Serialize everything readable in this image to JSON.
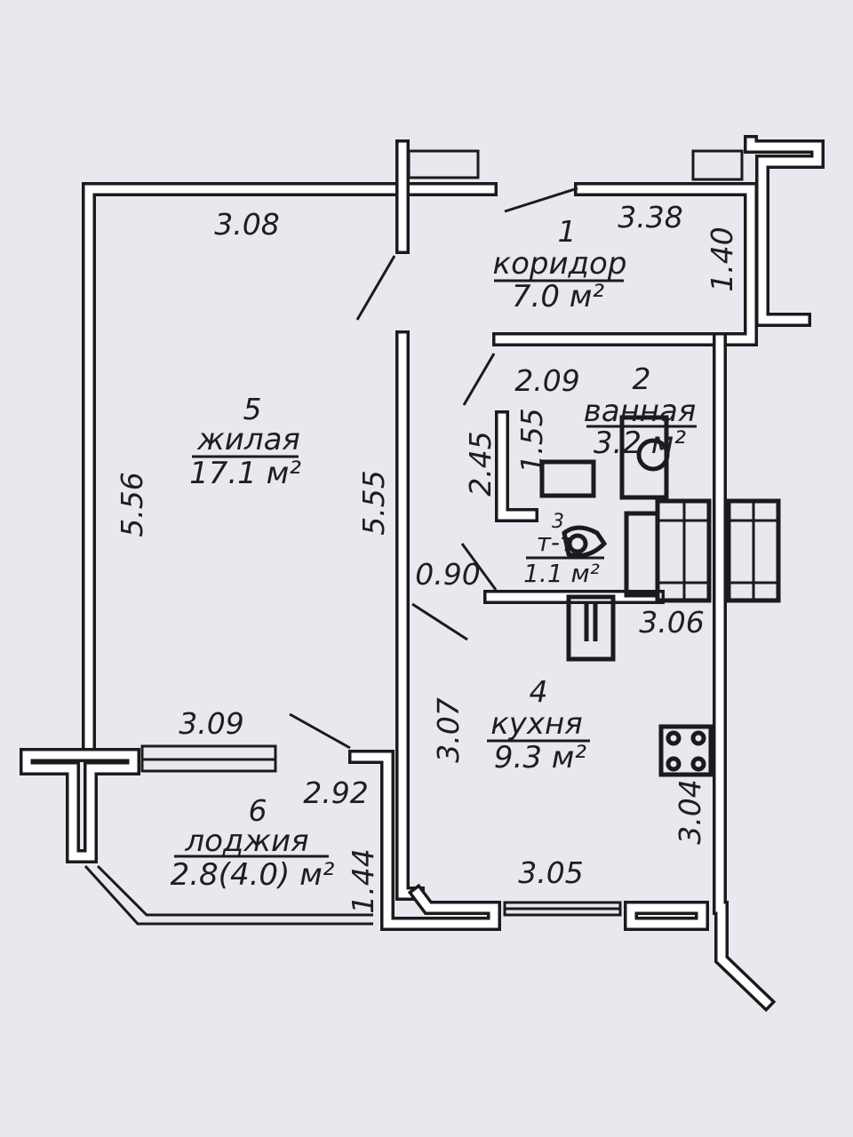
{
  "rooms": [
    {
      "number": "1",
      "name": "коридор",
      "area": "7.0 м²"
    },
    {
      "number": "2",
      "name": "ванная",
      "area": "3.2 м²"
    },
    {
      "number": "3",
      "name": "т-т",
      "area": "1.1 м²"
    },
    {
      "number": "4",
      "name": "кухня",
      "area": "9.3 м²"
    },
    {
      "number": "5",
      "name": "жилая",
      "area": "17.1 м²"
    },
    {
      "number": "6",
      "name": "лоджия",
      "area": "2.8(4.0) м²"
    }
  ],
  "dimensions": {
    "living_top": "3.08",
    "living_left": "5.56",
    "living_right": "5.55",
    "living_bottom": "3.09",
    "corridor_top": "3.38",
    "corridor_right": "1.40",
    "bath_top": "2.09",
    "bath_left": "2.45",
    "bath_inner": "1.55",
    "toilet_door": "0.90",
    "kitchen_top": "3.06",
    "kitchen_left": "3.07",
    "kitchen_right": "3.04",
    "kitchen_bottom": "3.05",
    "loggia_top": "2.92",
    "loggia_side": "1.44"
  }
}
